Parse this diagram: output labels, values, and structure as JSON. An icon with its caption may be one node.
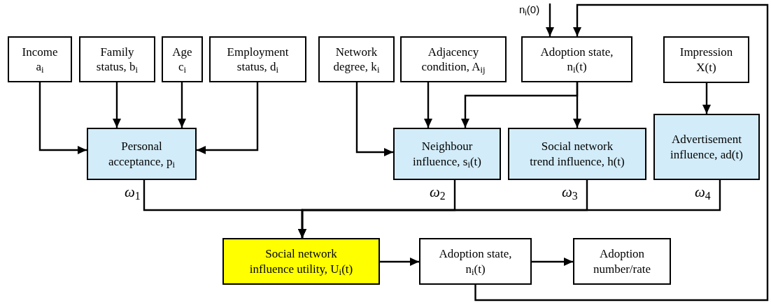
{
  "diagram": {
    "nodes": [
      {
        "text": [
          "Income a$_{i}$"
        ]
      },
      {
        "text": [
          "Family status,  b$_{i}$"
        ]
      },
      {
        "text": [
          "Age c$_{i}$"
        ]
      },
      {
        "text": [
          "Employment status, d$_{i}$"
        ]
      },
      {
        "text": [
          "Network degree, k$_{i}$"
        ]
      },
      {
        "text": [
          "Adjacency condition, A$_{ij}$"
        ]
      },
      {
        "text": [
          "Adoption state, n$_{i}$(t)"
        ]
      },
      {
        "text": [
          "Impression X(t)"
        ]
      },
      {
        "text": [
          "Personal acceptance, p$_{i}$"
        ]
      },
      {
        "text": [
          "Neighbour influence, s$_{i}$(t)"
        ]
      },
      {
        "text": [
          "Social network trend influence, h(t)"
        ]
      },
      {
        "text": [
          "Advertisement influence, ad(t)"
        ]
      },
      {
        "text": [
          "Social network influence utility, U$_{i}$(t)"
        ]
      },
      {
        "text": [
          "Adoption state, n$_{i}$(t)"
        ]
      },
      {
        "text": [
          "Adoption number/rate"
        ]
      }
    ],
    "edges": [
      {
        "from": 0,
        "to": 8,
        "arrow": "to"
      },
      {
        "from": 1,
        "to": 8,
        "arrow": "to"
      },
      {
        "from": 2,
        "to": 8,
        "arrow": "to"
      },
      {
        "from": 3,
        "to": 8,
        "arrow": "to"
      },
      {
        "from": 4,
        "to": 9,
        "arrow": "to"
      },
      {
        "from": 5,
        "to": 9,
        "arrow": "to"
      },
      {
        "from": 6,
        "to": 9,
        "arrow": "to"
      },
      {
        "from": 6,
        "to": 10,
        "arrow": "to"
      },
      {
        "from": 7,
        "to": 11,
        "arrow": "to"
      },
      {
        "from": 8,
        "to": 12,
        "arrow": "to",
        "label": "*ω*$_{1}$"
      },
      {
        "from": 9,
        "to": 12,
        "arrow": "to",
        "label": "*ω*$_{2}$"
      },
      {
        "from": 10,
        "to": 12,
        "arrow": "to",
        "label": "*ω*$_{3}$"
      },
      {
        "from": 11,
        "to": 12,
        "arrow": "to",
        "label": "*ω*$_{4}$"
      },
      {
        "from": 12,
        "to": 13,
        "arrow": "to"
      },
      {
        "from": 13,
        "to": 14,
        "arrow": "to"
      },
      {
        "from": 13,
        "to": 6,
        "arrow": "to"
      },
      {
        "from": null,
        "to": 6,
        "arrow": "to",
        "label": "n$_{i}$(0)"
      }
    ]
  }
}
